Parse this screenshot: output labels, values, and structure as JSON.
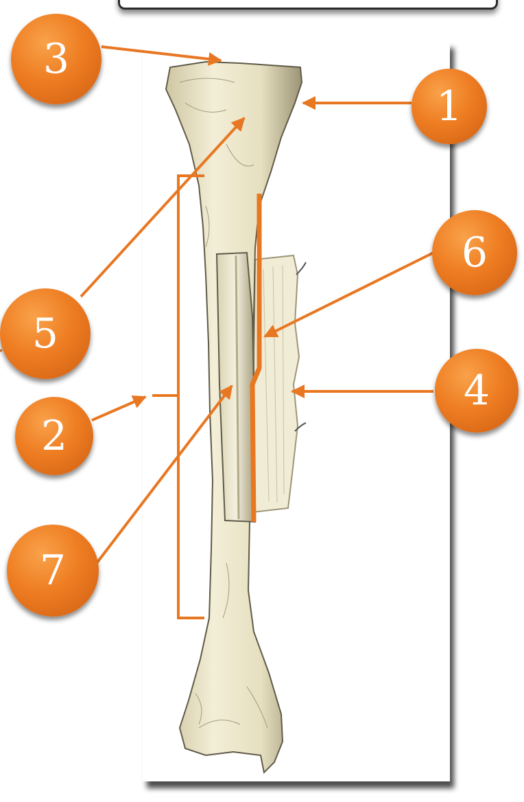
{
  "diagram": {
    "labels": [
      {
        "id": "badge-1",
        "text": "1"
      },
      {
        "id": "badge-2",
        "text": "2"
      },
      {
        "id": "badge-3",
        "text": "3"
      },
      {
        "id": "badge-4",
        "text": "4"
      },
      {
        "id": "badge-5",
        "text": "5"
      },
      {
        "id": "badge-6",
        "text": "6"
      },
      {
        "id": "badge-7",
        "text": "7"
      }
    ],
    "colors": {
      "accent": "#e87722",
      "bone": "#efe9cf",
      "bone_shade": "#b8ae8c",
      "membrane": "#f1ecd6",
      "frame_shadow": "#3a3a3a"
    }
  }
}
